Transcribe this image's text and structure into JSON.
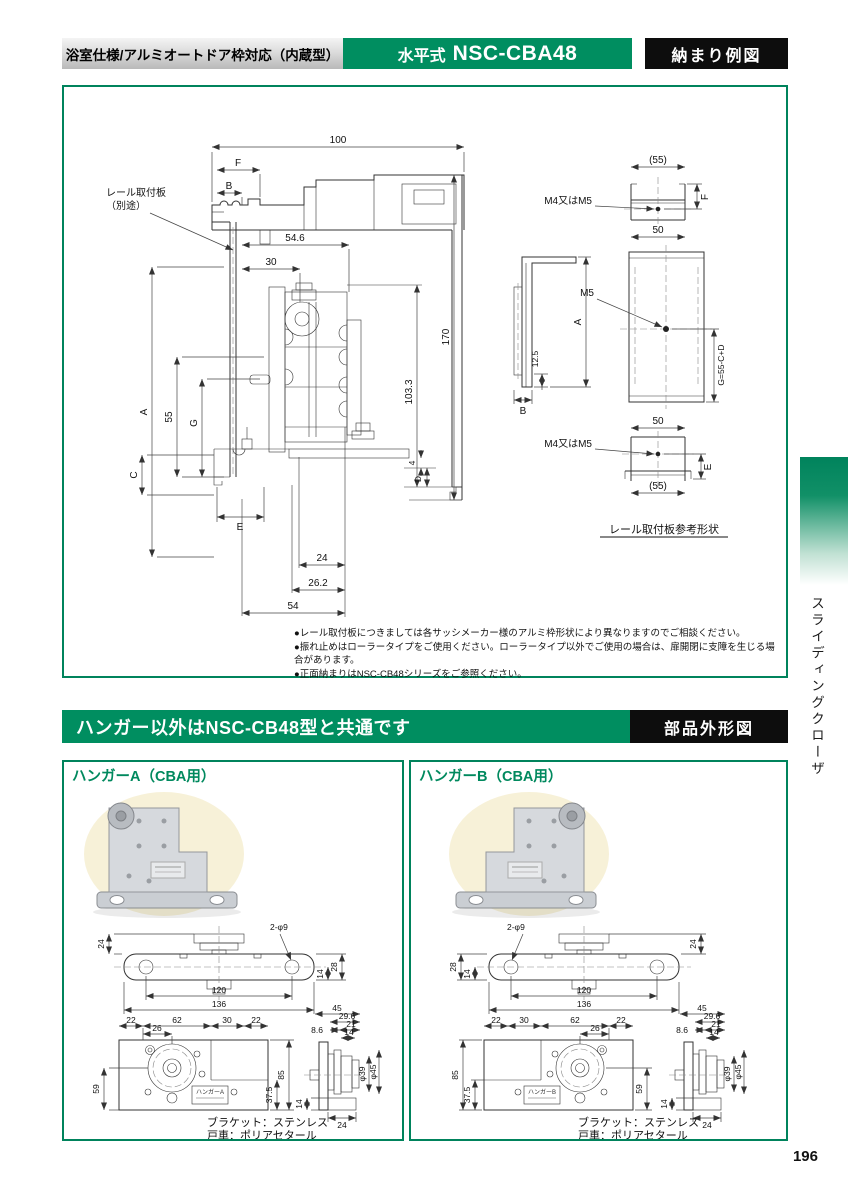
{
  "page": {
    "number": "196",
    "side_tab": "スライディングクローザ"
  },
  "h1": {
    "spec": "浴室仕様/アルミオートドア枠対応（内蔵型）",
    "type": "水平式",
    "model": "NSC-CBA48",
    "right": "納まり例図"
  },
  "h2": {
    "left": "ハンガー以外はNSC-CB48型と共通です",
    "right": "部品外形図"
  },
  "main": {
    "rail_label_1": "レール取付板",
    "rail_label_2": "（別途）",
    "notes": [
      "●レール取付板につきましては各サッシメーカー様のアルミ枠形状により異なりますのでご相談ください。",
      "●振れ止めはローラータイプをご使用ください。ローラータイプ以外でご使用の場合は、扉開閉に支障を生じる場合があります。",
      "●正面納まりはNSC-CB48シリーズをご参照ください。"
    ],
    "dims": {
      "w100": "100",
      "f": "F",
      "b": "B",
      "w546": "54.6",
      "w30": "30",
      "a": "A",
      "h170": "170",
      "h1033": "103.3",
      "h55": "55",
      "g": "G",
      "c": "C",
      "e": "E",
      "h4": "4",
      "d": "D",
      "w24": "24",
      "w262": "26.2",
      "w54": "54"
    },
    "ref": {
      "t55": "(55)",
      "tf": "F",
      "tm": "M4又はM5",
      "t50": "50",
      "ma": "A",
      "m125": "12.5",
      "mb": "B",
      "mm5": "M5",
      "mg": "G=55-C+D",
      "b50": "50",
      "bm": "M4又はM5",
      "be": "E",
      "b55": "(55)",
      "title": "レール取付板参考形状"
    }
  },
  "hangerA": {
    "title": "ハンガーA（CBA用）",
    "plate": "ハンガーA",
    "cap1": "ブラケット：ステンレス",
    "cap2": "戸車：ポリアセタール",
    "top": {
      "d24": "24",
      "hole": "2-φ9",
      "d28": "28",
      "d14": "14",
      "d120": "120",
      "d136": "136"
    },
    "front": {
      "s1": "22",
      "s2": "62",
      "s3": "30",
      "s4": "22",
      "d26": "26",
      "d59": "59",
      "d375": "37.5",
      "d85": "85"
    },
    "side": {
      "d45": "45",
      "d296": "29.6",
      "d86": "8.6",
      "d21": "21",
      "d14": "14",
      "f39": "φ39",
      "f45": "φ45",
      "b14": "14",
      "b24": "24"
    }
  },
  "hangerB": {
    "title": "ハンガーB（CBA用）",
    "plate": "ハンガーB",
    "cap1": "ブラケット：ステンレス",
    "cap2": "戸車：ポリアセタール",
    "top": {
      "d24": "24",
      "hole": "2-φ9",
      "d28": "28",
      "d14": "14",
      "d120": "120",
      "d136": "136"
    },
    "front": {
      "s1": "22",
      "s2": "30",
      "s3": "62",
      "s4": "22",
      "d26": "26",
      "d59": "59",
      "d375": "37.5",
      "d85": "85"
    },
    "side": {
      "d45": "45",
      "d296": "29.6",
      "d86": "8.6",
      "d21": "21",
      "d14": "14",
      "f39": "φ39",
      "f45": "φ45",
      "b14": "14",
      "b24": "24"
    }
  }
}
